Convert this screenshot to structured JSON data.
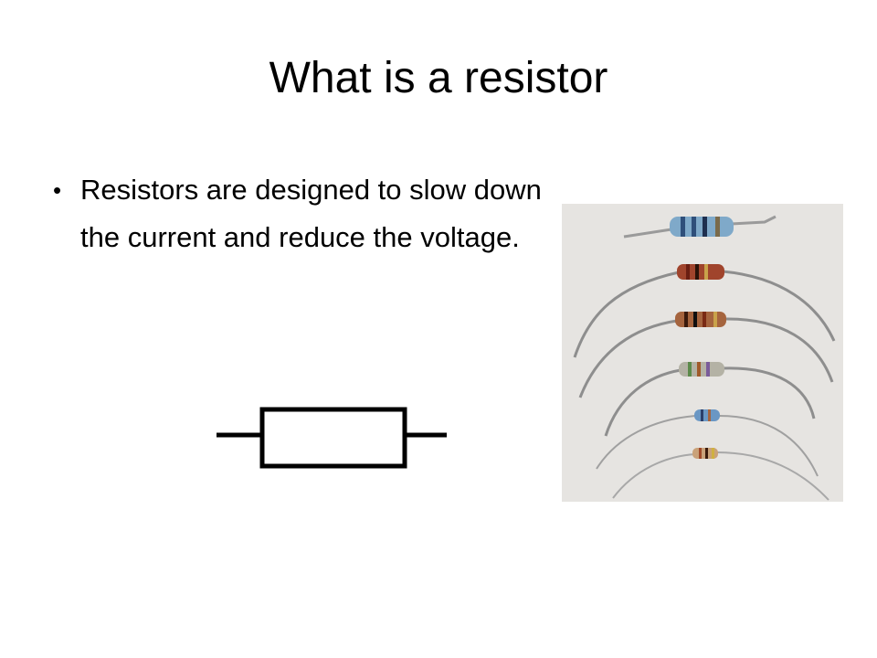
{
  "slide": {
    "title": "What is a resistor",
    "bullets": [
      "Resistors are designed to slow down the current and reduce the voltage."
    ]
  },
  "icons": {
    "bullet": "bullet-dot-icon",
    "symbol": "resistor-circuit-symbol-icon",
    "photo": "resistors-photo"
  },
  "colors": {
    "background": "#ffffff",
    "text": "#000000",
    "photo_background": "#e6e4e1"
  }
}
